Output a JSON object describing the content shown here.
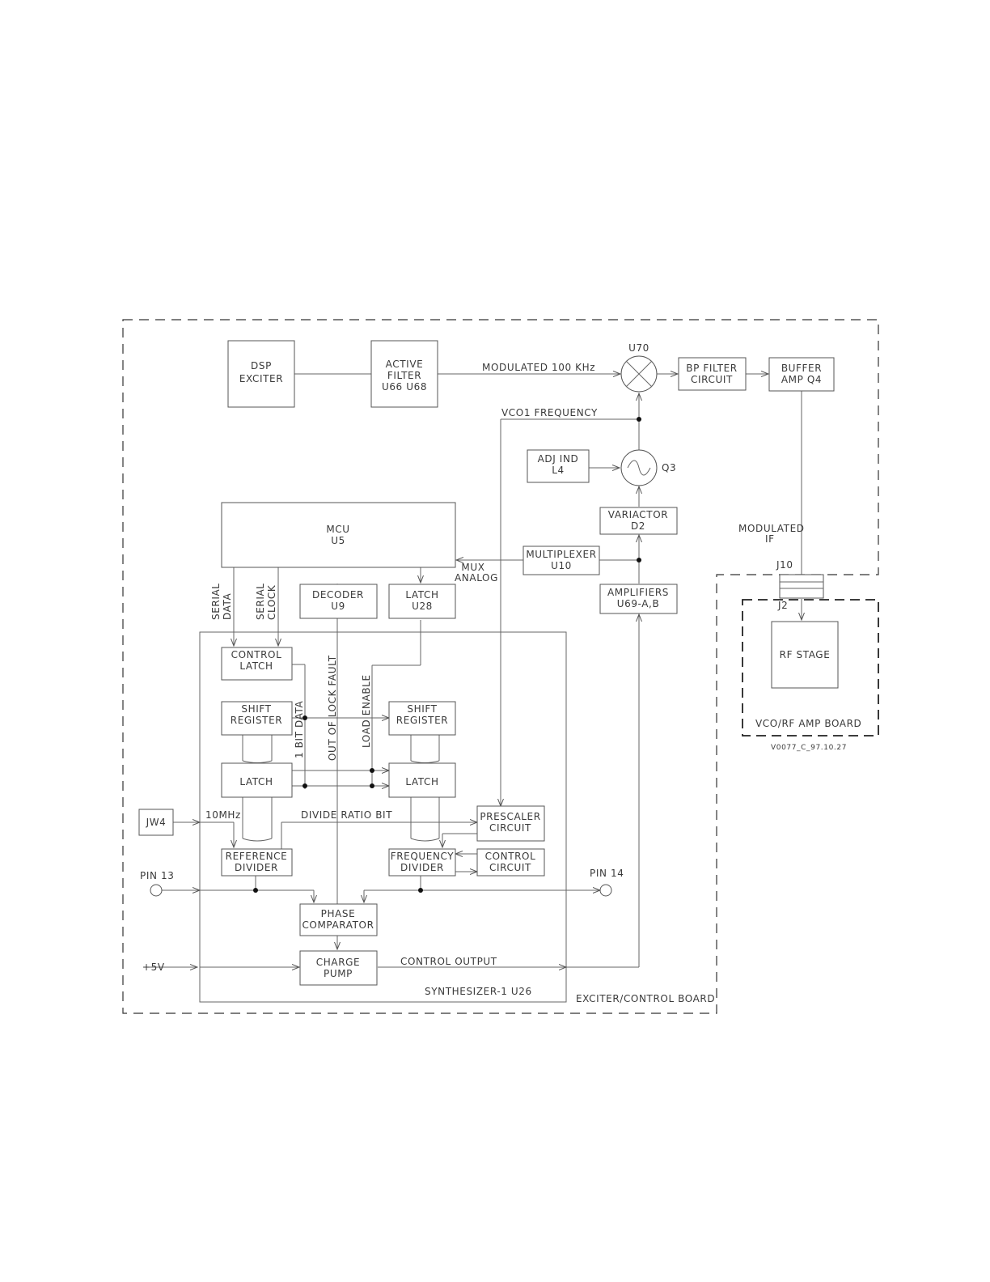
{
  "boards": {
    "exciter": "EXCITER/CONTROL BOARD",
    "vco": "VCO/RF AMP BOARD",
    "synth": "SYNTHESIZER-1 U26"
  },
  "blocks": {
    "dsp": [
      "DSP",
      "EXCITER"
    ],
    "active_filter": [
      "ACTIVE",
      "FILTER",
      "U66  U68"
    ],
    "bp_filter": [
      "BP FILTER",
      "CIRCUIT"
    ],
    "buffer_amp": [
      "BUFFER",
      "AMP  Q4"
    ],
    "adj_ind": [
      "ADJ  IND",
      "L4"
    ],
    "variactor": [
      "VARIACTOR",
      "D2"
    ],
    "multiplexer": [
      "MULTIPLEXER",
      "U10"
    ],
    "amplifiers": [
      "AMPLIFIERS",
      "U69-A,B"
    ],
    "mcu": [
      "MCU",
      "U5"
    ],
    "decoder": [
      "DECODER",
      "U9"
    ],
    "latch_u28": [
      "LATCH",
      "U28"
    ],
    "rf_stage": [
      "RF  STAGE"
    ],
    "control_latch": [
      "CONTROL",
      "LATCH"
    ],
    "shift_reg_1": [
      "SHIFT",
      "REGISTER"
    ],
    "shift_reg_2": [
      "SHIFT",
      "REGISTER"
    ],
    "latch_1": [
      "LATCH"
    ],
    "latch_2": [
      "LATCH"
    ],
    "jw4": [
      "JW4"
    ],
    "prescaler": [
      "PRESCALER",
      "CIRCUIT"
    ],
    "ref_divider": [
      "REFERENCE",
      "DIVIDER"
    ],
    "freq_divider": [
      "FREQUENCY",
      "DIVIDER"
    ],
    "control_circuit": [
      "CONTROL",
      "CIRCUIT"
    ],
    "phase_comp": [
      "PHASE",
      "COMPARATOR"
    ],
    "charge_pump": [
      "CHARGE",
      "PUMP"
    ]
  },
  "labels": {
    "u70": "U70",
    "q3": "Q3",
    "modulated_100k": "MODULATED  100  KHz",
    "vco1_freq": "VCO1  FREQUENCY",
    "modulated_if": "MODULATED",
    "modulated_if_2": "IF",
    "j10": "J10",
    "j2": "J2",
    "mux_analog": "MUX",
    "mux_analog_2": "ANALOG",
    "serial_data": "SERIAL",
    "serial_data_2": "DATA",
    "serial_clock": "SERIAL",
    "serial_clock_2": "CLOCK",
    "one_bit_data": "1  BIT  DATA",
    "out_of_lock": "OUT  OF  LOCK  FAULT",
    "load_enable": "LOAD  ENABLE",
    "ten_mhz": "10MHz",
    "divide_ratio": "DIVIDE    RATIO  BIT",
    "pin13": "PIN  13",
    "pin14": "PIN  14",
    "plus5v": "+5V",
    "control_output": "CONTROL  OUTPUT",
    "drawing_id": "V0077_C_97.10.27"
  }
}
